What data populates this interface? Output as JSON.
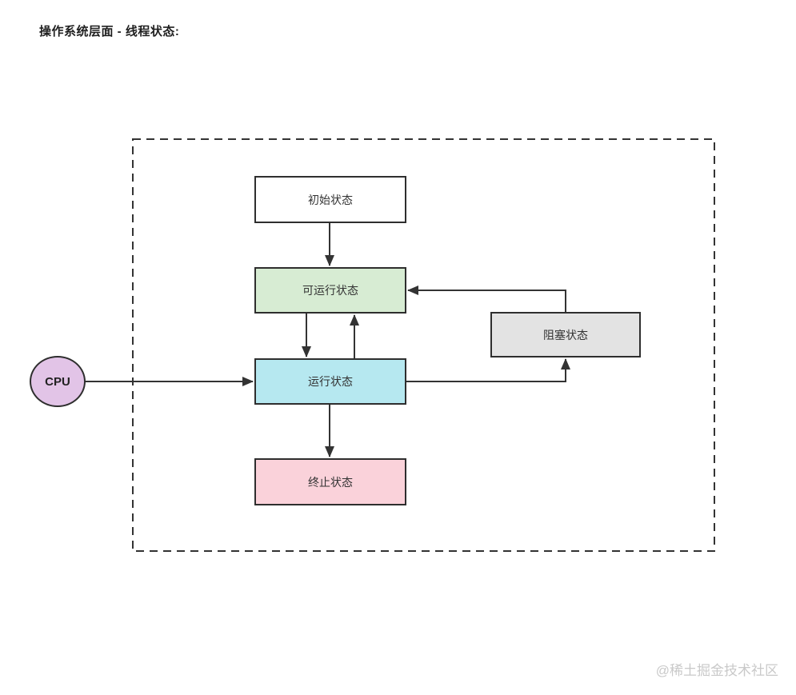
{
  "title": "操作系统层面 - 线程状态:",
  "diagram": {
    "nodes": {
      "initial": {
        "label": "初始状态",
        "bg": "#ffffff"
      },
      "runnable": {
        "label": "可运行状态",
        "bg": "#d7ecd3"
      },
      "running": {
        "label": "运行状态",
        "bg": "#b6e8f0"
      },
      "blocked": {
        "label": "阻塞状态",
        "bg": "#e3e3e3"
      },
      "terminated": {
        "label": "终止状态",
        "bg": "#fad2da"
      },
      "cpu": {
        "label": "CPU",
        "bg": "#e2c4e7"
      }
    },
    "line_color": "#333333"
  },
  "watermark": "@稀土掘金技术社区"
}
